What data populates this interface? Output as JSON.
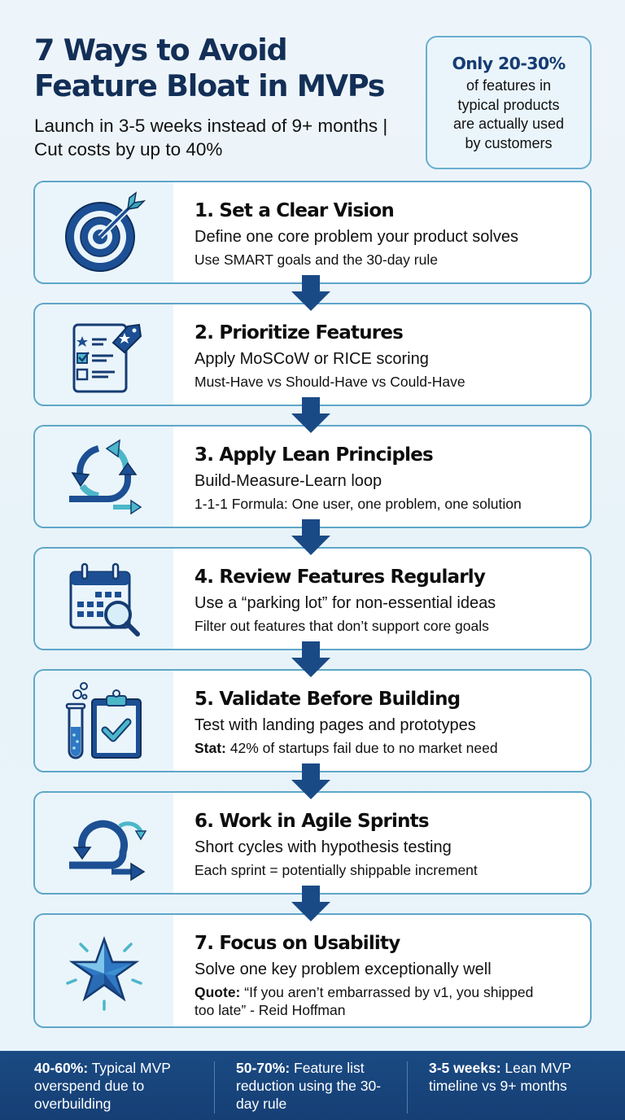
{
  "header": {
    "title": "7 Ways to Avoid Feature Bloat in MVPs",
    "subtitle": "Launch in 3-5 weeks instead of 9+ months | Cut costs by up to 40%"
  },
  "stat_box": {
    "highlight": "Only 20-30%",
    "lines": [
      "of features in",
      "typical products",
      "are actually used",
      "by customers"
    ]
  },
  "colors": {
    "navy": "#132f57",
    "accent_blue": "#1c4f93",
    "teal": "#4bb7c9",
    "card_border": "#5ea6c8",
    "footer_bg": "#174479"
  },
  "steps": [
    {
      "icon": "target-icon",
      "heading": "1. Set a Clear Vision",
      "line1": "Define one core problem your product solves",
      "line2_label": "",
      "line2": "Use SMART goals and the 30-day rule"
    },
    {
      "icon": "prioritized-checklist-icon",
      "heading": "2. Prioritize Features",
      "line1": "Apply MoSCoW or RICE scoring",
      "line2_label": "",
      "line2": "Must-Have vs Should-Have vs Could-Have"
    },
    {
      "icon": "lean-loop-icon",
      "heading": "3. Apply Lean Principles",
      "line1": "Build-Measure-Learn loop",
      "line2_label": "",
      "line2": "1-1-1 Formula: One user, one problem, one solution"
    },
    {
      "icon": "calendar-search-icon",
      "heading": "4. Review Features Regularly",
      "line1": "Use a “parking lot” for non-essential ideas",
      "line2_label": "",
      "line2": "Filter out features that don’t support core goals"
    },
    {
      "icon": "test-tube-clipboard-icon",
      "heading": "5. Validate Before Building",
      "line1": "Test with landing pages and prototypes",
      "line2_label": "Stat:",
      "line2": " 42% of startups fail due to no market need"
    },
    {
      "icon": "sprint-cycle-icon",
      "heading": "6. Work in Agile Sprints",
      "line1": "Short cycles with hypothesis testing",
      "line2_label": "",
      "line2": "Each sprint = potentially shippable increment"
    },
    {
      "icon": "shining-star-icon",
      "heading": "7. Focus on Usability",
      "line1": "Solve one key problem exceptionally well",
      "line2_label": "Quote:",
      "line2": " “If you aren’t embarrassed by v1, you shipped too late”  - Reid Hoffman"
    }
  ],
  "footer": [
    {
      "label": "40-60%:",
      "text": " Typical MVP overspend due to overbuilding"
    },
    {
      "label": "50-70%:",
      "text": " Feature list reduction using the 30-day rule"
    },
    {
      "label": "3-5 weeks:",
      "text": " Lean MVP timeline vs 9+ months"
    }
  ]
}
